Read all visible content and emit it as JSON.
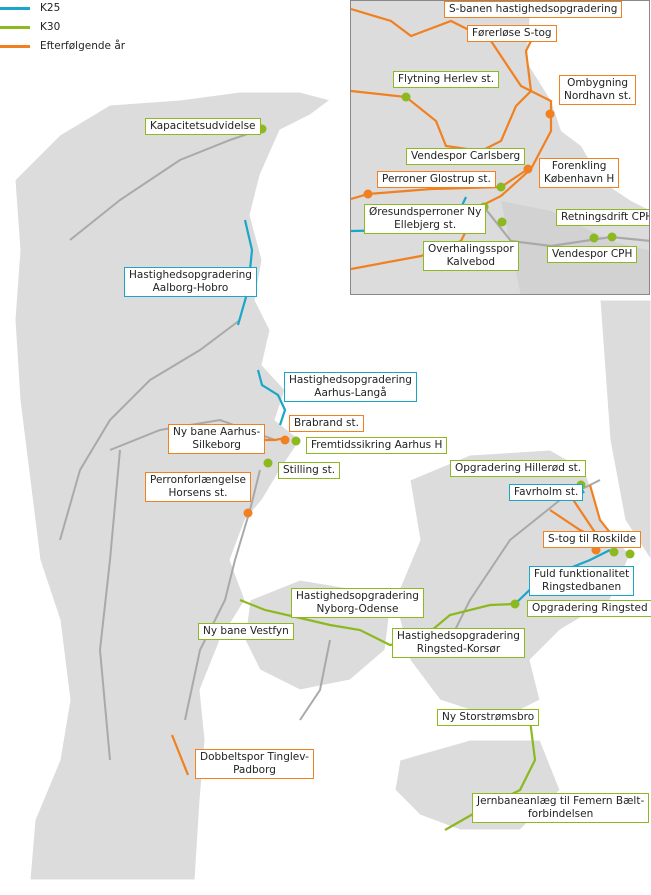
{
  "colors": {
    "k25": "#1aa6c8",
    "k30": "#8cb820",
    "later": "#f08020",
    "land": "#dcdcdc",
    "rail": "#a9a9a9"
  },
  "legend": [
    {
      "label": "K25",
      "color": "#1aa6c8"
    },
    {
      "label": "K30",
      "color": "#8cb820"
    },
    {
      "label": "Efterfølgende år",
      "color": "#f08020"
    }
  ],
  "labels": {
    "kapacitet": "Kapacitetsudvidelse",
    "aalborg_hobro": [
      "Hastighedsopgradering",
      "Aalborg-Hobro"
    ],
    "aarhus_langaa": [
      "Hastighedsopgradering",
      "Aarhus-Langå"
    ],
    "brabrand": "Brabrand st.",
    "aarhus_silkeborg": [
      "Ny bane Aarhus-",
      "Silkeborg"
    ],
    "aarhus_h": "Fremtidssikring Aarhus H",
    "stilling": "Stilling st.",
    "horsens": [
      "Perronforlængelse",
      "Horsens st."
    ],
    "hilleroed": "Opgradering Hillerød st.",
    "favrholm": "Favrholm st.",
    "roskilde": "S-tog til Roskilde",
    "ringstedbanen": [
      "Fuld funktionalitet",
      "Ringstedbanen"
    ],
    "ringsted": "Opgradering Ringsted",
    "nyborg_odense": [
      "Hastighedsopgradering",
      "Nyborg-Odense"
    ],
    "vestfyn": "Ny bane Vestfyn",
    "ringsted_korsoer": [
      "Hastighedsopgradering",
      "Ringsted-Korsør"
    ],
    "storstroem": "Ny Storstrømsbro",
    "tinglev": [
      "Dobbeltspor Tinglev-",
      "Padborg"
    ],
    "femern": [
      "Jernbaneanlæg til Femern Bælt-",
      "forbindelsen"
    ]
  },
  "inset": {
    "sbanen": "S-banen hastighedsopgradering",
    "foererloese": "Førerløse S-tog",
    "herlev": "Flytning Herlev st.",
    "nordhavn": [
      "Ombygning",
      "Nordhavn st."
    ],
    "carlsberg": "Vendespor Carlsberg",
    "kbh_h": [
      "Forenkling",
      "København H"
    ],
    "glostrup": "Perroner Glostrup st.",
    "ellebjerg": [
      "Øresundsperroner Ny",
      "Ellebjerg st."
    ],
    "retning_cph": "Retningsdrift CPH",
    "kalvebod": [
      "Overhalingsspor",
      "Kalvebod"
    ],
    "vendespor_cph": "Vendespor CPH"
  }
}
